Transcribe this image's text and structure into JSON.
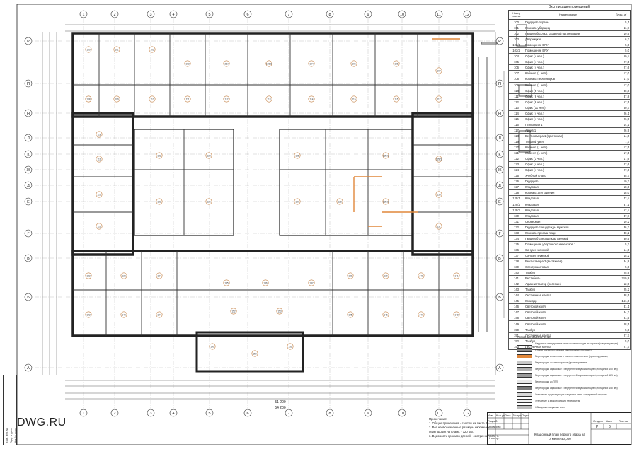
{
  "sheet": {
    "watermark": "DWG.RU",
    "explication_title": "Экспликация помещений",
    "col_headers": {
      "num": "Номер помещ.",
      "name": "Наименование",
      "area": "Площ. м²"
    },
    "note_title": "Примечания:",
    "notes": [
      "1. Общие примечания - смотри на листе 8.",
      "2. Все необозначенные размеры кирпичных перегородок на плане, - 120 мм.",
      "3. Ведомость проемов дверей - смотри на листе 7."
    ],
    "title_block": {
      "description": "Кладочный план первого этажа на отметке ±0,000",
      "stage_label": "Стадия",
      "sheet_label": "Лист",
      "sheets_label": "Листов",
      "stage": "Р",
      "sheet": "6",
      "izm": "Изм.",
      "kol": "Кол.уч",
      "list": "Лист",
      "ndoc": "№ док.",
      "podp": "Подп.",
      "data": "Дата",
      "razrab": "Разраб.",
      "prov": "Проверил",
      "nkontr": "Н. контр."
    },
    "side_stamp": [
      "Взам. инв. №",
      "Подп. и дата",
      "Инв. № подл."
    ]
  },
  "chart_data": {
    "type": "table",
    "title": "Экспликация помещений",
    "columns": [
      "Номер помещ.",
      "Наименование",
      "Площ. м²"
    ],
    "rows": [
      [
        "100",
        "Гардероб охраны",
        "5,1"
      ],
      [
        "101",
        "Комната уборщиц",
        "11,7"
      ],
      [
        "102",
        "Гардероб/склад. охранной организации",
        "19,5"
      ],
      [
        "103",
        "Дворницкая",
        "6,3"
      ],
      [
        "103/1",
        "Помещение ВРУ",
        "5,0"
      ],
      [
        "103/2",
        "Помещение ВРУ",
        "5,0"
      ],
      [
        "104",
        "Офис (4 чел.)",
        "60,4"
      ],
      [
        "105",
        "Офис (4 чел.)",
        "27,5"
      ],
      [
        "106",
        "Офис (4 чел.)",
        "27,6"
      ],
      [
        "107",
        "Кабинет (1 чел.)",
        "17,0"
      ],
      [
        "108",
        "Комната переговоров",
        "17,0"
      ],
      [
        "109",
        "Кабинет (1 чел.)",
        "17,0"
      ],
      [
        "110",
        "Офис (5 чел.)",
        "30,8"
      ],
      [
        "111",
        "Офис (6 чел.)",
        "37,8"
      ],
      [
        "112",
        "Офис (8 чел.)",
        "57,5"
      ],
      [
        "113",
        "Офис (11 чел.)",
        "60,7"
      ],
      [
        "114",
        "Офис (4 чел.)",
        "26,1"
      ],
      [
        "115",
        "Офис (4 чел.)",
        "26,9"
      ],
      [
        "116",
        "Плиточная 1",
        "14,1"
      ],
      [
        "117",
        "Архив 1",
        "26,9"
      ],
      [
        "118",
        "Вентикамера 1 (приточная)",
        "14,0"
      ],
      [
        "119",
        "Типовой узел",
        "7,7"
      ],
      [
        "120",
        "Кабинет (1 чел.)",
        "17,5"
      ],
      [
        "121",
        "Кабинет (1 чел.)",
        "17,5"
      ],
      [
        "122",
        "Офис (1 чел.)",
        "17,6"
      ],
      [
        "123",
        "Офис (4 чел.)",
        "27,6"
      ],
      [
        "124",
        "Офис (4 чел.)",
        "27,6"
      ],
      [
        "125",
        "Учебный класс",
        "35,7"
      ],
      [
        "126",
        "Гардероб",
        "10,2"
      ],
      [
        "127",
        "Кладовая",
        "18,0"
      ],
      [
        "128",
        "Комната для курения",
        "18,0"
      ],
      [
        "129/1",
        "Кладовая",
        "42,4"
      ],
      [
        "129/2",
        "Кладовая",
        "37,1"
      ],
      [
        "129/3",
        "Кладовая",
        "57,4"
      ],
      [
        "130",
        "Кладовая",
        "47,7"
      ],
      [
        "131",
        "Серверная",
        "19,2"
      ],
      [
        "132",
        "Гардероб спецодежды мужской",
        "36,3"
      ],
      [
        "133",
        "Комната приема пищи",
        "40,2"
      ],
      [
        "134",
        "Гардероб спецодежды женский",
        "30,5"
      ],
      [
        "135",
        "Помещение уборочного инвентаря 1",
        "5,2"
      ],
      [
        "136",
        "Санузел женский",
        "14,0"
      ],
      [
        "137",
        "Санузел мужской",
        "15,2"
      ],
      [
        "138",
        "Вентикамера 2 (вытяжная)",
        "34,8"
      ],
      [
        "139",
        "Электрощитовая",
        "5,0"
      ],
      [
        "140",
        "Тамбур",
        "25,9"
      ],
      [
        "141",
        "Вестибюль",
        "219,8"
      ],
      [
        "142",
        "Администратор (ресепшн)",
        "12,9"
      ],
      [
        "143",
        "Тамбур",
        "25,2"
      ],
      [
        "144",
        "Лестничная клетка",
        "38,5"
      ],
      [
        "145",
        "Коридор",
        "161,6"
      ],
      [
        "146",
        "Световой холл",
        "31,1"
      ],
      [
        "147",
        "Световой холл",
        "34,3"
      ],
      [
        "148",
        "Световой холл",
        "31,5"
      ],
      [
        "149",
        "Световой холл",
        "28,5"
      ],
      [
        "150",
        "Тамбур",
        "5,0"
      ],
      [
        "151",
        "Лестничная клетка",
        "27,7"
      ],
      [
        "152",
        "Тамбур",
        "5,0"
      ],
      [
        "153",
        "Лестничная клетка",
        "27,7"
      ]
    ],
    "legend_title": "Условные обозначения",
    "legend": [
      {
        "label": "Наружные и внутренние стены и перегородки из кирпича (существующие)",
        "color": "#ffffff"
      },
      {
        "label": "Стойки (колонны) каркаса здания (существующие)",
        "color": "#8a8a8a"
      },
      {
        "label": "Перегородки из кирпича и заполнения проемов (проектируемые)",
        "color": "#e0873a"
      },
      {
        "label": "Перегородки из гипсокартона (проектируемые)",
        "color": "#c9c9c9"
      },
      {
        "label": "Перегородки каркасные с внутренней звукоизоляцией (толщиной 100 мм)",
        "color": "#b0b0b0"
      },
      {
        "label": "Перегородки каркасные с внутренней звукоизоляцией (толщиной 125 мм)",
        "color": "#9a9a9a"
      },
      {
        "label": "Перегородки из ГВЛ",
        "color": "#e8e8e8"
      },
      {
        "label": "Перегородки каркасные с внутренней звукоизоляцией (толщиной 150 мм)",
        "color": "#7a7a7a"
      },
      {
        "label": "Утепление существующих наружных стен с внутренней стороны",
        "color": "#d8d8d8"
      },
      {
        "label": "Утепление и звукоизоляция перекрытия",
        "color": "#f0f0f0"
      },
      {
        "label": "Облицовка наружных стен",
        "color": "#bdbdbd"
      }
    ],
    "axes_top": [
      "1",
      "2",
      "3",
      "4",
      "5",
      "6",
      "7",
      "8",
      "9",
      "10",
      "11",
      "12"
    ],
    "axes_left": [
      "Р",
      "П",
      "Н",
      "Л",
      "К",
      "Ж",
      "Д",
      "Е",
      "Г",
      "В",
      "Б",
      "А"
    ],
    "overall_dims": [
      "51 200",
      "54 200"
    ]
  }
}
